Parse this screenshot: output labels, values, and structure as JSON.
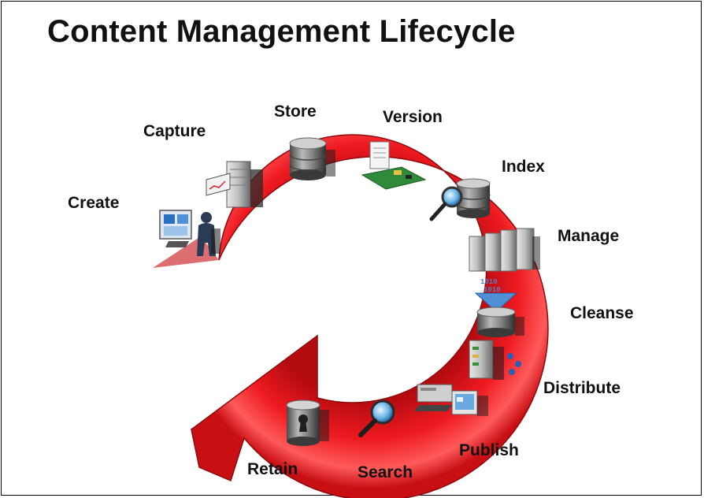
{
  "title": "Content Management Lifecycle",
  "stages": [
    {
      "label": "Create",
      "icon": "user-at-workstation-icon"
    },
    {
      "label": "Capture",
      "icon": "scanner-server-icon"
    },
    {
      "label": "Store",
      "icon": "database-icon"
    },
    {
      "label": "Version",
      "icon": "document-version-icon"
    },
    {
      "label": "Index",
      "icon": "database-magnifier-icon"
    },
    {
      "label": "Manage",
      "icon": "server-rack-icon"
    },
    {
      "label": "Cleanse",
      "icon": "data-filter-database-icon"
    },
    {
      "label": "Distribute",
      "icon": "server-network-icon"
    },
    {
      "label": "Publish",
      "icon": "computer-workstation-icon"
    },
    {
      "label": "Search",
      "icon": "magnifier-icon"
    },
    {
      "label": "Retain",
      "icon": "locked-database-icon"
    }
  ],
  "colors": {
    "arrow": "#e8141b",
    "arrow_dark": "#a80b10",
    "arrow_light": "#ff6a6a",
    "text": "#111111"
  }
}
